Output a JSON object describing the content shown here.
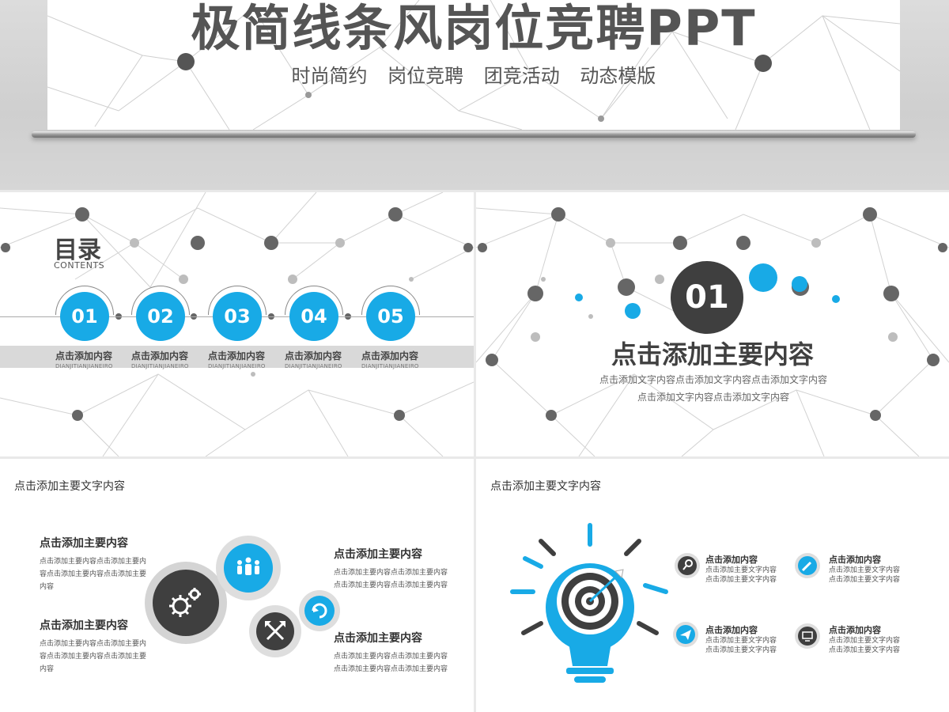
{
  "hero": {
    "title": "极简线条风岗位竞聘PPT",
    "subtitle": "时尚简约  岗位竞聘  团竞活动  动态模版"
  },
  "toc": {
    "title": "目录",
    "subtitle": "CONTENTS",
    "items": [
      {
        "num": "01",
        "label": "点击添加内容",
        "en": "DIANJITIANJIANEIRO"
      },
      {
        "num": "02",
        "label": "点击添加内容",
        "en": "DIANJITIANJIANEIRO"
      },
      {
        "num": "03",
        "label": "点击添加内容",
        "en": "DIANJITIANJIANEIRO"
      },
      {
        "num": "04",
        "label": "点击添加内容",
        "en": "DIANJITIANJIANEIRO"
      },
      {
        "num": "05",
        "label": "点击添加内容",
        "en": "DIANJITIANJIANEIRO"
      }
    ]
  },
  "section": {
    "num": "01",
    "title": "点击添加主要内容",
    "desc1": "点击添加文字内容点击添加文字内容点击添加文字内容",
    "desc2": "点击添加文字内容点击添加文字内容"
  },
  "gear_slide": {
    "heading": "点击添加主要文字内容",
    "blocks": [
      {
        "title": "点击添加主要内容",
        "desc": "点击添加主要内容点击添加主要内容点击添加主要内容点击添加主要内容"
      },
      {
        "title": "点击添加主要内容",
        "desc": "点击添加主要内容点击添加主要内容点击添加主要内容点击添加主要内容"
      },
      {
        "title": "点击添加主要内容",
        "desc": "点击添加主要内容点击添加主要内容点击添加主要内容点击添加主要内容"
      },
      {
        "title": "点击添加主要内容",
        "desc": "点击添加主要内容点击添加主要内容点击添加主要内容点击添加主要内容"
      }
    ],
    "icons": [
      "gear-icon",
      "family-icon",
      "cross-arrows-icon",
      "refresh-icon"
    ]
  },
  "bulb_slide": {
    "heading": "点击添加主要文字内容",
    "items": [
      {
        "title": "点击添加内容",
        "line1": "点击添加主要文字内容",
        "line2": "点击添加主要文字内容",
        "icon": "search-icon"
      },
      {
        "title": "点击添加内容",
        "line1": "点击添加主要文字内容",
        "line2": "点击添加主要文字内容",
        "icon": "pencil-icon"
      },
      {
        "title": "点击添加内容",
        "line1": "点击添加主要文字内容",
        "line2": "点击添加主要文字内容",
        "icon": "paper-plane-icon"
      },
      {
        "title": "点击添加内容",
        "line1": "点击添加主要文字内容",
        "line2": "点击添加主要文字内容",
        "icon": "monitor-icon"
      }
    ]
  },
  "colors": {
    "accent": "#18aae6",
    "dark": "#3f3f3f",
    "mid": "#7a7a7a",
    "light": "#c9c9c9"
  }
}
